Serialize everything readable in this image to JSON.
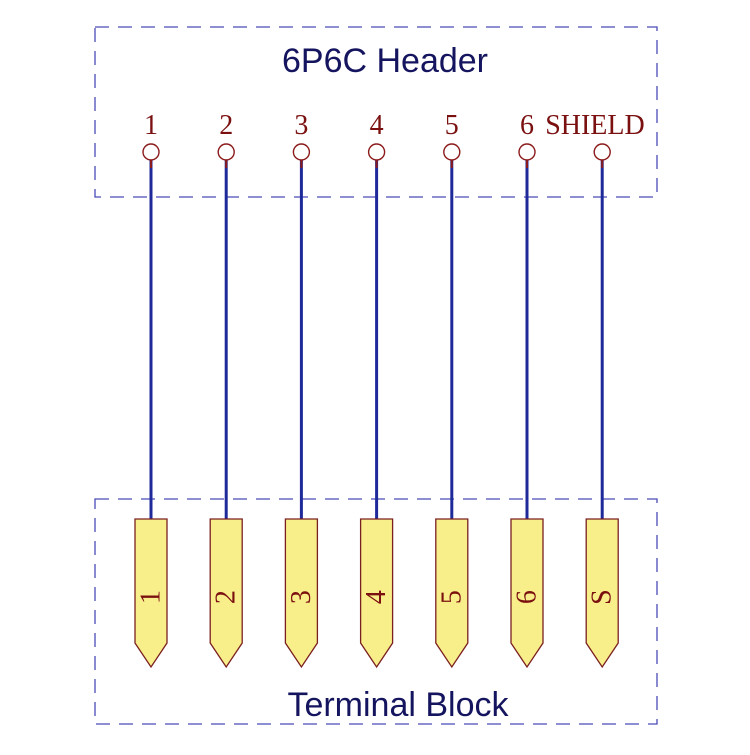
{
  "header": {
    "title": "6P6C Header",
    "pins": [
      {
        "label": "1"
      },
      {
        "label": "2"
      },
      {
        "label": "3"
      },
      {
        "label": "4"
      },
      {
        "label": "5"
      },
      {
        "label": "6"
      },
      {
        "label": "SHIELD"
      }
    ]
  },
  "terminal_block": {
    "title": "Terminal Block",
    "terminals": [
      {
        "label": "1"
      },
      {
        "label": "2"
      },
      {
        "label": "3"
      },
      {
        "label": "4"
      },
      {
        "label": "5"
      },
      {
        "label": "6"
      },
      {
        "label": "S"
      }
    ]
  },
  "colors": {
    "boundary": "#4a4ab8",
    "wire": "#1f2a9a",
    "pin_stub": "#8b1a1a",
    "pin_label": "#7a1010",
    "title_text": "#14145f",
    "terminal_fill": "#f9ef8a",
    "terminal_stroke": "#7a2020",
    "terminal_label": "#7a1010"
  }
}
